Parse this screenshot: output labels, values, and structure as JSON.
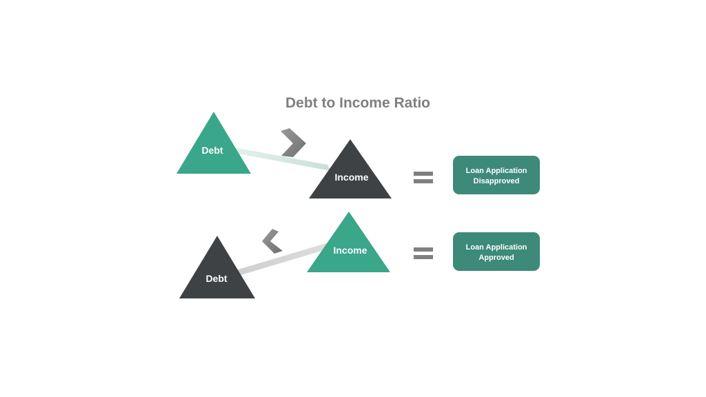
{
  "title": "Debt to Income Ratio",
  "colors": {
    "teal": "#3aa68a",
    "dark": "#3f4244",
    "box": "#3d8a78",
    "title": "#7f7f7f",
    "equals": "#7f7f7f"
  },
  "rows": [
    {
      "left_label": "Debt",
      "right_label": "Income",
      "arrow_icon": "chevron-right-icon",
      "result": {
        "line1": "Loan Application",
        "line2": "Disapproved"
      }
    },
    {
      "left_label": "Debt",
      "right_label": "Income",
      "arrow_icon": "chevron-left-icon",
      "result": {
        "line1": "Loan Application",
        "line2": "Approved"
      }
    }
  ]
}
